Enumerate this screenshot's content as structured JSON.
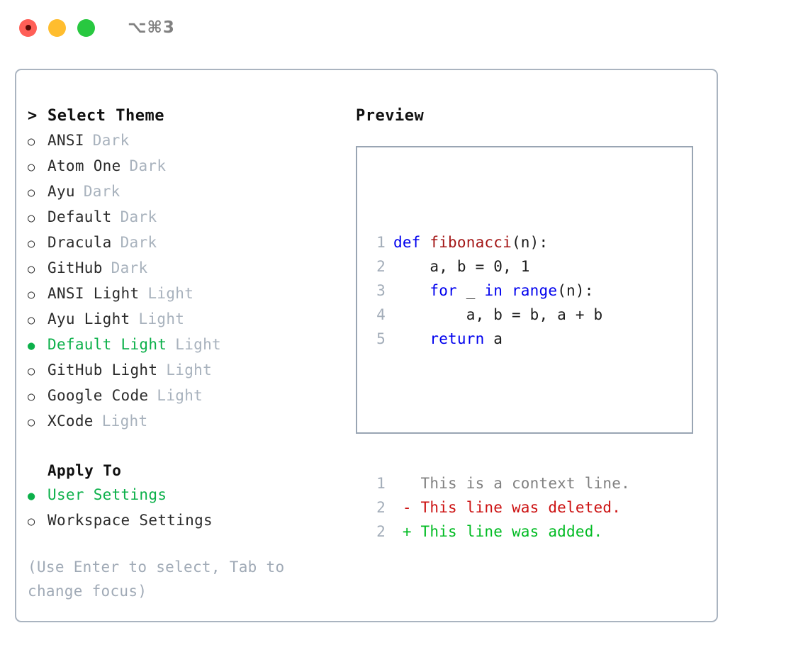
{
  "window": {
    "shortcut_label": "⌥⌘3",
    "traffic_lights": [
      {
        "name": "close",
        "color": "#ff5f57"
      },
      {
        "name": "minimize",
        "color": "#ffbd2e"
      },
      {
        "name": "maximize",
        "color": "#28c840"
      }
    ]
  },
  "theme_picker": {
    "heading": "Select Theme",
    "caret": ">",
    "bullet_selected": "●",
    "bullet_unselected": "○",
    "accent_color": "#0cb04a",
    "muted_color": "#a8b2bd",
    "items": [
      {
        "name": "ANSI",
        "kind": "Dark",
        "selected": false
      },
      {
        "name": "Atom One",
        "kind": "Dark",
        "selected": false
      },
      {
        "name": "Ayu",
        "kind": "Dark",
        "selected": false
      },
      {
        "name": "Default",
        "kind": "Dark",
        "selected": false
      },
      {
        "name": "Dracula",
        "kind": "Dark",
        "selected": false
      },
      {
        "name": "GitHub",
        "kind": "Dark",
        "selected": false
      },
      {
        "name": "ANSI Light",
        "kind": "Light",
        "selected": false
      },
      {
        "name": "Ayu Light",
        "kind": "Light",
        "selected": false
      },
      {
        "name": "Default Light",
        "kind": "Light",
        "selected": true
      },
      {
        "name": "GitHub Light",
        "kind": "Light",
        "selected": false
      },
      {
        "name": "Google Code",
        "kind": "Light",
        "selected": false
      },
      {
        "name": "XCode",
        "kind": "Light",
        "selected": false
      }
    ]
  },
  "apply_to": {
    "heading": "Apply To",
    "options": [
      {
        "name": "User Settings",
        "selected": true
      },
      {
        "name": "Workspace Settings",
        "selected": false
      }
    ]
  },
  "help": {
    "text": "(Use Enter to select, Tab to change focus)"
  },
  "preview": {
    "title": "Preview",
    "code_lines": [
      {
        "ln": "1",
        "tokens": [
          {
            "t": "def ",
            "c": "kw"
          },
          {
            "t": "fibonacci",
            "c": "fn"
          },
          {
            "t": "(n):",
            "c": "pl"
          }
        ]
      },
      {
        "ln": "2",
        "tokens": [
          {
            "t": "    a, b = 0, 1",
            "c": "pl"
          }
        ]
      },
      {
        "ln": "3",
        "tokens": [
          {
            "t": "    ",
            "c": "pl"
          },
          {
            "t": "for",
            "c": "kw"
          },
          {
            "t": " _ ",
            "c": "pl"
          },
          {
            "t": "in range",
            "c": "kw"
          },
          {
            "t": "(n):",
            "c": "pl"
          }
        ]
      },
      {
        "ln": "4",
        "tokens": [
          {
            "t": "        a, b = b, a + b",
            "c": "pl"
          }
        ]
      },
      {
        "ln": "5",
        "tokens": [
          {
            "t": "    ",
            "c": "pl"
          },
          {
            "t": "return",
            "c": "kw"
          },
          {
            "t": " a",
            "c": "pl"
          }
        ]
      }
    ],
    "diff_lines": [
      {
        "ln": "1",
        "marker": " ",
        "text": " This is a context line.",
        "c": "ctx"
      },
      {
        "ln": "2",
        "marker": "-",
        "text": " This line was deleted.",
        "c": "del"
      },
      {
        "ln": "2",
        "marker": "+",
        "text": " This line was added.",
        "c": "add"
      }
    ]
  }
}
